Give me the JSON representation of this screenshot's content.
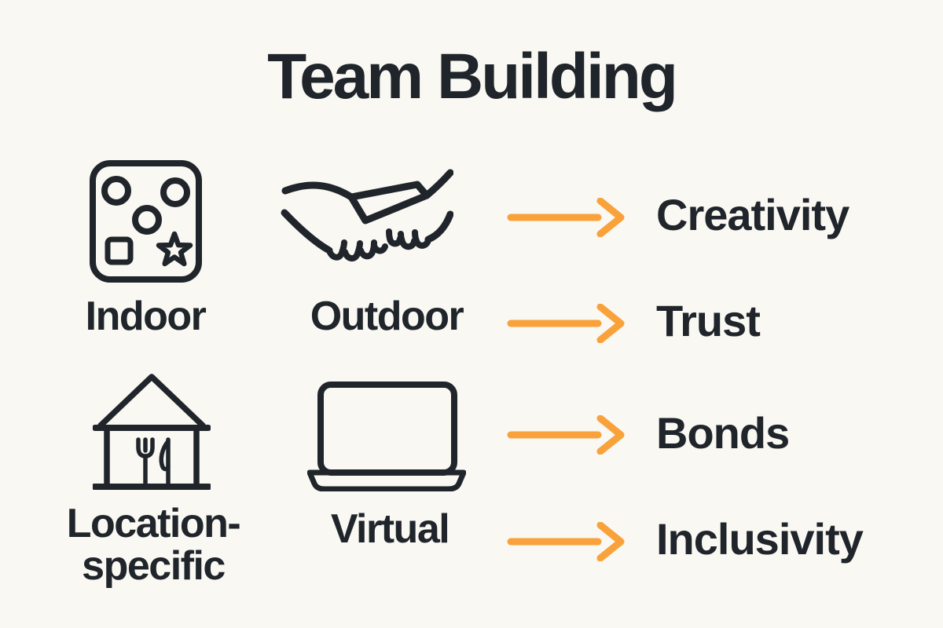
{
  "title": "Team Building",
  "colors": {
    "background": "#F9F8F2",
    "ink": "#20252B",
    "accent_orange": "#F9A23B"
  },
  "categories": [
    {
      "label": "Indoor",
      "icon": "board-game-icon"
    },
    {
      "label": "Outdoor",
      "icon": "handshake-icon"
    },
    {
      "label": "Location-specific",
      "icon": "restaurant-house-icon",
      "lines": [
        "Location-",
        "specific"
      ]
    },
    {
      "label": "Virtual",
      "icon": "laptop-icon"
    }
  ],
  "outcomes": [
    {
      "label": "Creativity",
      "icon": "right-arrow-icon"
    },
    {
      "label": "Trust",
      "icon": "right-arrow-icon"
    },
    {
      "label": "Bonds",
      "icon": "right-arrow-icon"
    },
    {
      "label": "Inclusivity",
      "icon": "right-arrow-icon"
    }
  ]
}
